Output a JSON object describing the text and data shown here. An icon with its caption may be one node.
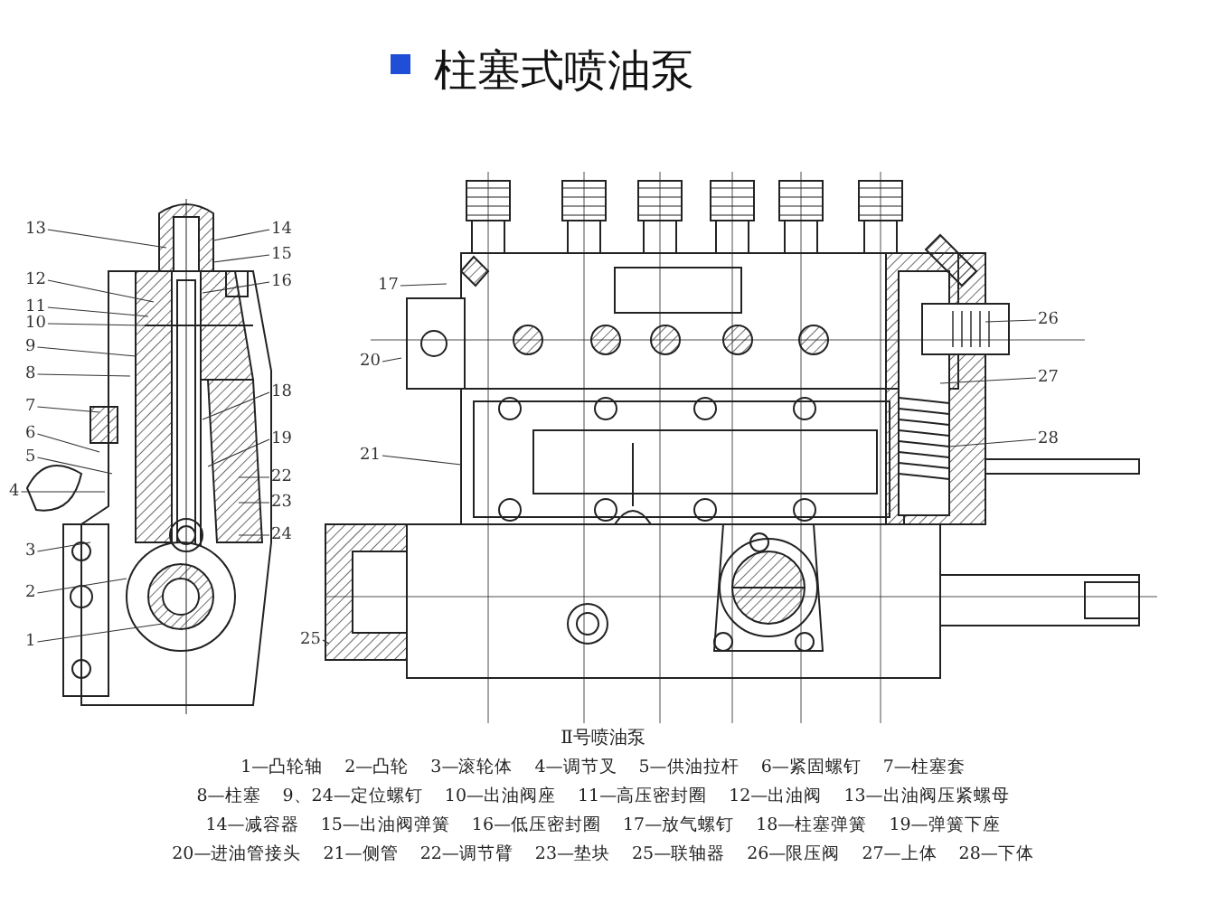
{
  "diagram": {
    "title": "柱塞式喷油泵",
    "caption": "Ⅱ号喷油泵",
    "nodes": [
      {
        "text": [
          "1"
        ]
      },
      {
        "text": [
          "2"
        ]
      },
      {
        "text": [
          "3"
        ]
      },
      {
        "text": [
          "4"
        ]
      },
      {
        "text": [
          "5"
        ]
      },
      {
        "text": [
          "6"
        ]
      },
      {
        "text": [
          "7"
        ]
      },
      {
        "text": [
          "8"
        ]
      },
      {
        "text": [
          "9"
        ]
      },
      {
        "text": [
          "10"
        ]
      },
      {
        "text": [
          "11"
        ]
      },
      {
        "text": [
          "12"
        ]
      },
      {
        "text": [
          "13"
        ]
      },
      {
        "text": [
          "14"
        ]
      },
      {
        "text": [
          "15"
        ]
      },
      {
        "text": [
          "16"
        ]
      },
      {
        "text": [
          "17"
        ]
      },
      {
        "text": [
          "18"
        ]
      },
      {
        "text": [
          "19"
        ]
      },
      {
        "text": [
          "20"
        ]
      },
      {
        "text": [
          "21"
        ]
      },
      {
        "text": [
          "22"
        ]
      },
      {
        "text": [
          "23"
        ]
      },
      {
        "text": [
          "24"
        ]
      },
      {
        "text": [
          "25"
        ]
      },
      {
        "text": [
          "26"
        ]
      },
      {
        "text": [
          "27"
        ]
      },
      {
        "text": [
          "28"
        ]
      }
    ],
    "edges": [
      {
        "from": 0,
        "to": null,
        "arrow": "none"
      },
      {
        "from": 1,
        "to": null,
        "arrow": "none"
      },
      {
        "from": 2,
        "to": null,
        "arrow": "none"
      },
      {
        "from": 3,
        "to": null,
        "arrow": "none"
      },
      {
        "from": 4,
        "to": null,
        "arrow": "none"
      },
      {
        "from": 5,
        "to": null,
        "arrow": "none"
      },
      {
        "from": 6,
        "to": null,
        "arrow": "none"
      },
      {
        "from": 7,
        "to": null,
        "arrow": "none"
      },
      {
        "from": 8,
        "to": null,
        "arrow": "none"
      },
      {
        "from": 9,
        "to": null,
        "arrow": "none"
      },
      {
        "from": 10,
        "to": null,
        "arrow": "none"
      },
      {
        "from": 11,
        "to": null,
        "arrow": "none"
      },
      {
        "from": 12,
        "to": null,
        "arrow": "none"
      },
      {
        "from": 13,
        "to": null,
        "arrow": "none"
      },
      {
        "from": 14,
        "to": null,
        "arrow": "none"
      },
      {
        "from": 15,
        "to": null,
        "arrow": "none"
      },
      {
        "from": 16,
        "to": null,
        "arrow": "none"
      },
      {
        "from": 17,
        "to": null,
        "arrow": "none"
      },
      {
        "from": 18,
        "to": null,
        "arrow": "none"
      },
      {
        "from": 19,
        "to": null,
        "arrow": "none"
      },
      {
        "from": 20,
        "to": null,
        "arrow": "none"
      },
      {
        "from": 21,
        "to": null,
        "arrow": "none"
      },
      {
        "from": 22,
        "to": null,
        "arrow": "none"
      },
      {
        "from": 23,
        "to": null,
        "arrow": "none"
      },
      {
        "from": 24,
        "to": null,
        "arrow": "none"
      },
      {
        "from": 25,
        "to": null,
        "arrow": "none"
      },
      {
        "from": 26,
        "to": null,
        "arrow": "none"
      },
      {
        "from": 27,
        "to": null,
        "arrow": "none"
      }
    ],
    "labels": [
      "1—凸轮轴",
      "2—凸轮",
      "3—滚轮体",
      "4—调节叉",
      "5—供油拉杆",
      "6—紧固螺钉",
      "7—柱塞套",
      "8—柱塞",
      "9、24—定位螺钉",
      "10—出油阀座",
      "11—高压密封圈",
      "12—出油阀",
      "13—出油阀压紧螺母",
      "14—减容器",
      "15—出油阀弹簧",
      "16—低压密封圈",
      "17—放气螺钉",
      "18—柱塞弹簧",
      "19—弹簧下座",
      "20—进油管接头",
      "21—侧管",
      "22—调节臂",
      "23—垫块",
      "25—联轴器",
      "26—限压阀",
      "27—上体",
      "28—下体"
    ]
  }
}
